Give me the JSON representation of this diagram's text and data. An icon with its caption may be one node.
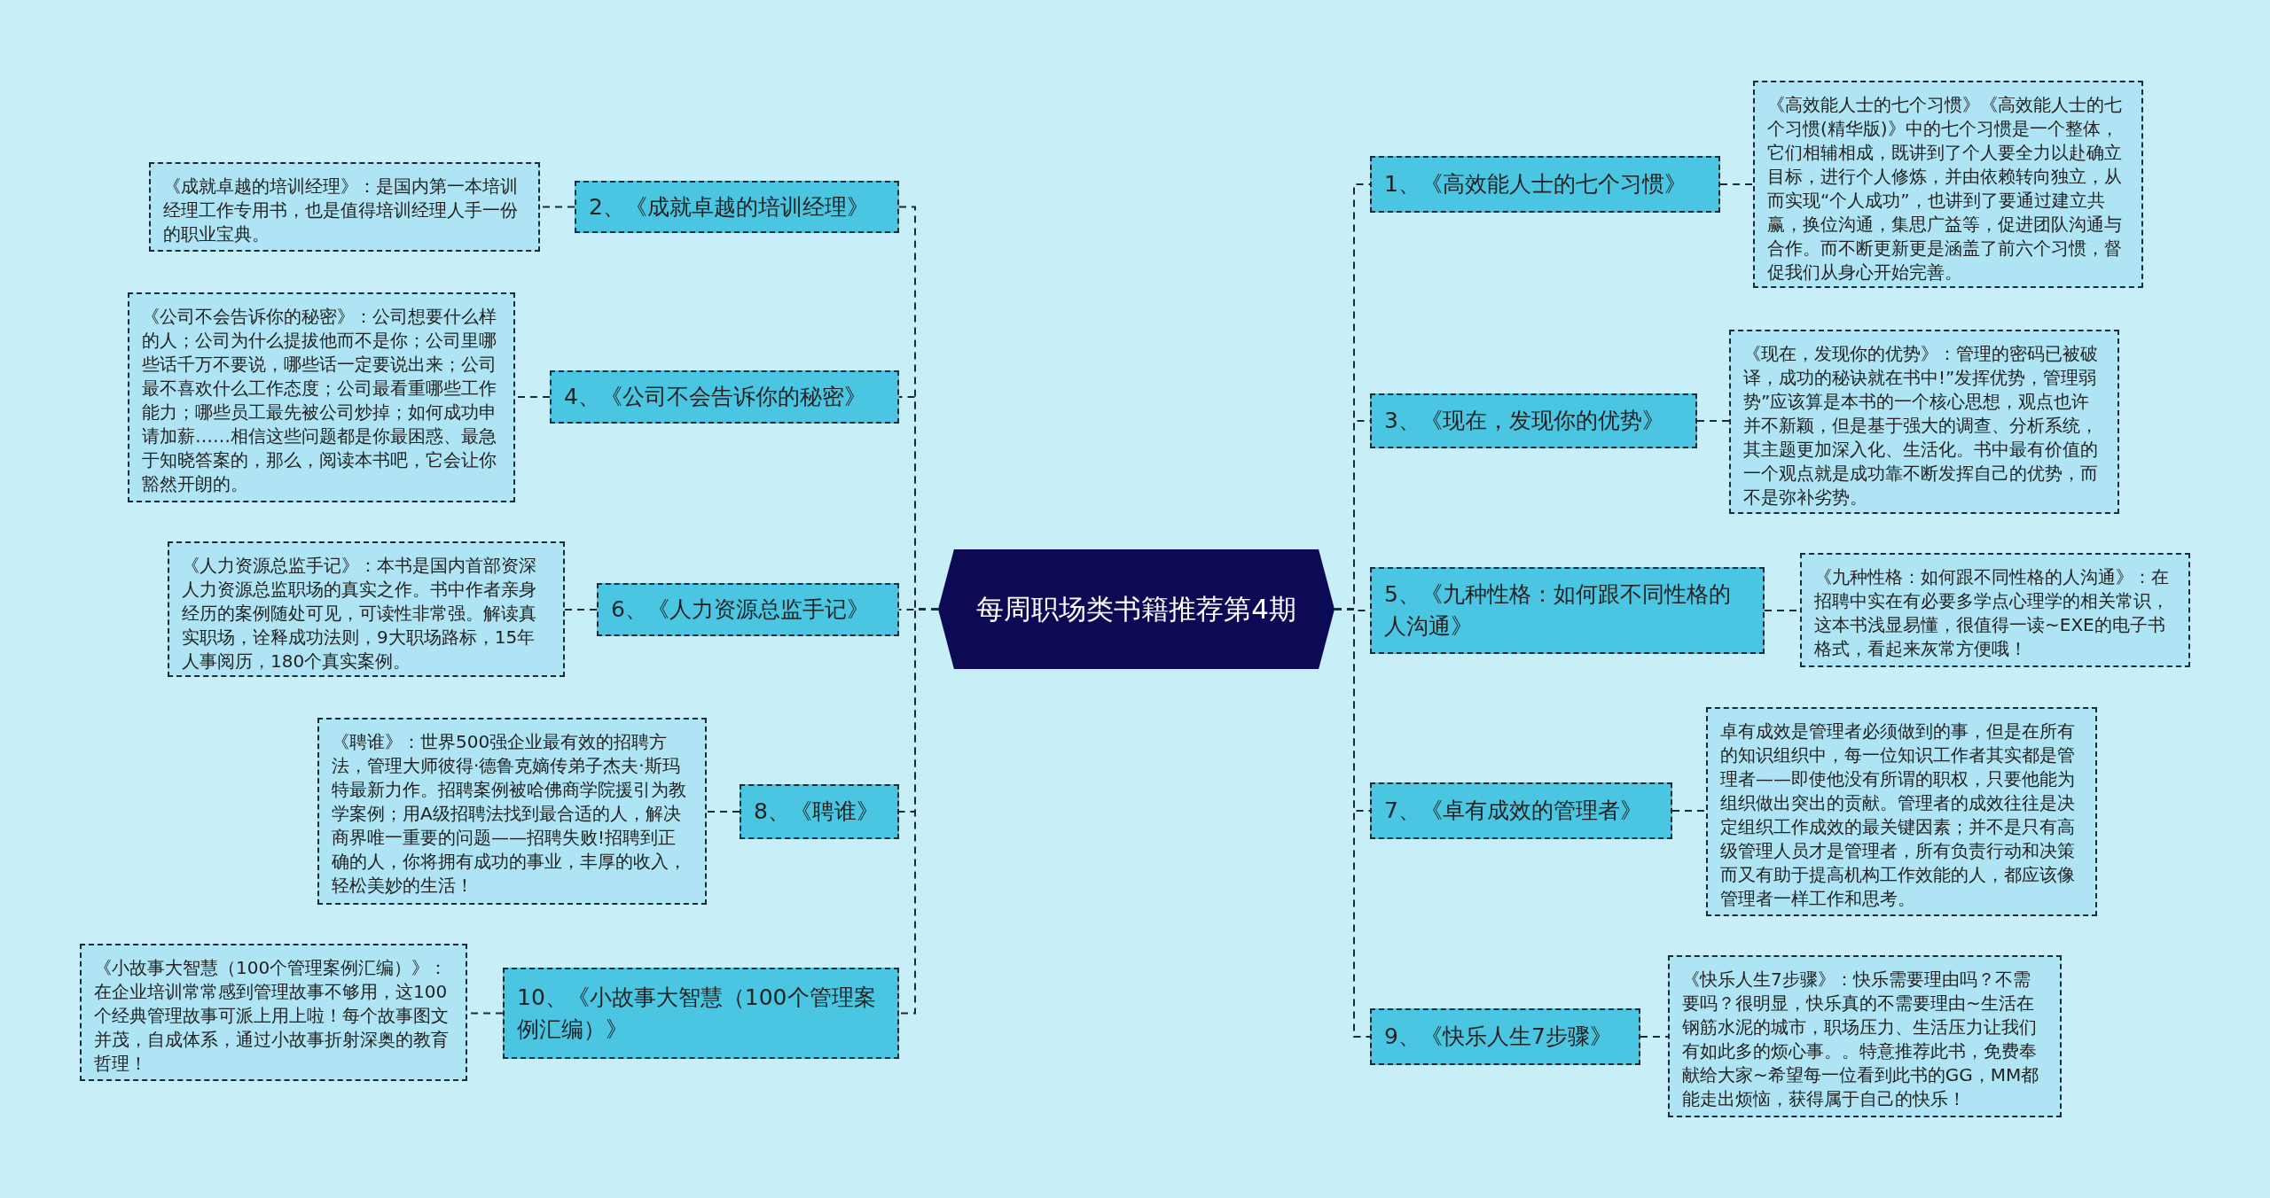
{
  "diagram": {
    "nodes": [
      {
        "text": [
          "每周职场类书籍推荐第4期"
        ]
      },
      {
        "text": [
          "1、《高效能人士的七个习惯》"
        ]
      },
      {
        "text": [
          "《高效能人士的七个习惯》《高效能人士的七个习惯(精华版)》中的七个习惯是一个整体，它们相辅相成，既讲到了个人要全力以赴确立目标，进行个人修炼，并由依赖转向独立，从而实现“个人成功”，也讲到了要通过建立共赢，换位沟通，集思广益等，促进团队沟通与合作。而不断更新更是涵盖了前六个习惯，督促我们从身心开始完善。"
        ]
      },
      {
        "text": [
          "2、《成就卓越的培训经理》"
        ]
      },
      {
        "text": [
          "《成就卓越的培训经理》：是国内第一本培训经理工作专用书，也是值得培训经理人手一份的职业宝典。"
        ]
      },
      {
        "text": [
          "3、《现在，发现你的优势》"
        ]
      },
      {
        "text": [
          "《现在，发现你的优势》：管理的密码已被破译，成功的秘诀就在书中!”发挥优势，管理弱势”应该算是本书的一个核心思想，观点也许并不新颖，但是基于强大的调查、分析系统，其主题更加深入化、生活化。书中最有价值的一个观点就是成功靠不断发挥自己的优势，而不是弥补劣势。"
        ]
      },
      {
        "text": [
          "4、《公司不会告诉你的秘密》"
        ]
      },
      {
        "text": [
          "《公司不会告诉你的秘密》：公司想要什么样的人；公司为什么提拔他而不是你；公司里哪些话千万不要说，哪些话一定要说出来；公司最不喜欢什么工作态度；公司最看重哪些工作能力；哪些员工最先被公司炒掉；如何成功申请加薪……相信这些问题都是你最困惑、最急于知晓答案的，那么，阅读本书吧，它会让你豁然开朗的。"
        ]
      },
      {
        "text": [
          "5、《九种性格：如何跟不同性格的人沟通》"
        ]
      },
      {
        "text": [
          "《九种性格：如何跟不同性格的人沟通》：在招聘中实在有必要多学点心理学的相关常识，这本书浅显易懂，很值得一读~EXE的电子书格式，看起来灰常方便哦！"
        ]
      },
      {
        "text": [
          "6、《人力资源总监手记》"
        ]
      },
      {
        "text": [
          "《人力资源总监手记》：本书是国内首部资深人力资源总监职场的真实之作。书中作者亲身经历的案例随处可见，可读性非常强。解读真实职场，诠释成功法则，9大职场路标，15年人事阅历，180个真实案例。"
        ]
      },
      {
        "text": [
          "7、《卓有成效的管理者》"
        ]
      },
      {
        "text": [
          "卓有成效是管理者必须做到的事，但是在所有的知识组织中，每一位知识工作者其实都是管理者——即使他没有所谓的职权，只要他能为组织做出突出的贡献。管理者的成效往往是决定组织工作成效的最关键因素；并不是只有高级管理人员才是管理者，所有负责行动和决策而又有助于提高机构工作效能的人，都应该像管理者一样工作和思考。"
        ]
      },
      {
        "text": [
          "8、《聘谁》"
        ]
      },
      {
        "text": [
          "《聘谁》：世界500强企业最有效的招聘方法，管理大师彼得·德鲁克嫡传弟子杰夫·斯玛特最新力作。招聘案例被哈佛商学院援引为教学案例；用A级招聘法找到最合适的人，解决商界唯一重要的问题——招聘失败!招聘到正确的人，你将拥有成功的事业，丰厚的收入，轻松美妙的生活！"
        ]
      },
      {
        "text": [
          "9、《快乐人生7步骤》"
        ]
      },
      {
        "text": [
          "《快乐人生7步骤》：快乐需要理由吗？不需要吗？很明显，快乐真的不需要理由~生活在钢筋水泥的城市，职场压力、生活压力让我们有如此多的烦心事。。特意推荐此书，免费奉献给大家~希望每一位看到此书的GG，MM都能走出烦恼，获得属于自己的快乐！"
        ]
      },
      {
        "text": [
          "10、《小故事大智慧（100个管理案例汇编）》"
        ]
      },
      {
        "text": [
          "《小故事大智慧（100个管理案例汇编）》：在企业培训常常感到管理故事不够用，这100个经典管理故事可派上用上啦！每个故事图文并茂，自成体系，通过小故事折射深奥的教育哲理！"
        ]
      }
    ],
    "edges": [
      {
        "from": 0,
        "to": 1,
        "arrow": "none"
      },
      {
        "from": 1,
        "to": 2,
        "arrow": "none"
      },
      {
        "from": 0,
        "to": 3,
        "arrow": "none"
      },
      {
        "from": 3,
        "to": 4,
        "arrow": "none"
      },
      {
        "from": 0,
        "to": 5,
        "arrow": "none"
      },
      {
        "from": 5,
        "to": 6,
        "arrow": "none"
      },
      {
        "from": 0,
        "to": 7,
        "arrow": "none"
      },
      {
        "from": 7,
        "to": 8,
        "arrow": "none"
      },
      {
        "from": 0,
        "to": 9,
        "arrow": "none"
      },
      {
        "from": 9,
        "to": 10,
        "arrow": "none"
      },
      {
        "from": 0,
        "to": 11,
        "arrow": "none"
      },
      {
        "from": 11,
        "to": 12,
        "arrow": "none"
      },
      {
        "from": 0,
        "to": 13,
        "arrow": "none"
      },
      {
        "from": 13,
        "to": 14,
        "arrow": "none"
      },
      {
        "from": 0,
        "to": 15,
        "arrow": "none"
      },
      {
        "from": 15,
        "to": 16,
        "arrow": "none"
      },
      {
        "from": 0,
        "to": 17,
        "arrow": "none"
      },
      {
        "from": 17,
        "to": 18,
        "arrow": "none"
      },
      {
        "from": 0,
        "to": 19,
        "arrow": "none"
      },
      {
        "from": 19,
        "to": 20,
        "arrow": "none"
      }
    ]
  }
}
